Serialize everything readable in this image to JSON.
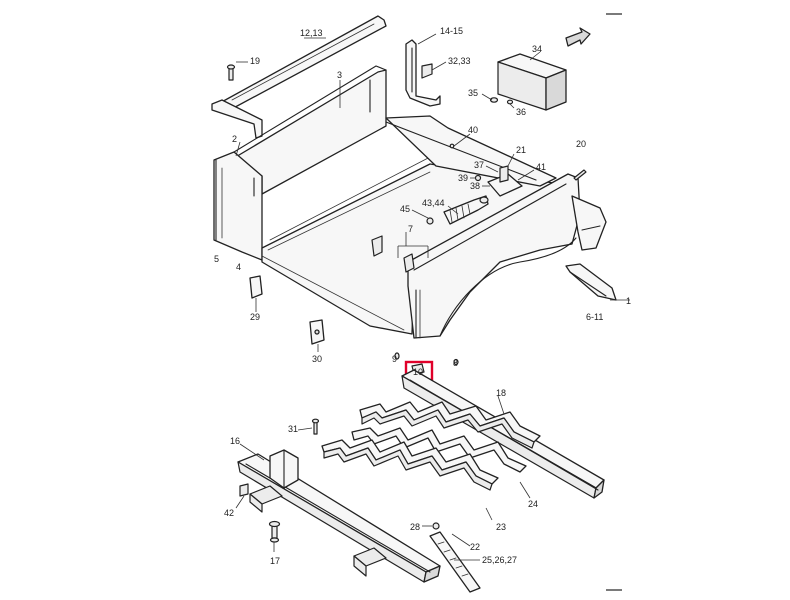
{
  "callouts": {
    "p12_13": "12,13",
    "p19": "19",
    "p3": "3",
    "p14_15": "14-15",
    "p32_33": "32,33",
    "p34": "34",
    "p35": "35",
    "p36": "36",
    "p40": "40",
    "p20": "20",
    "p2": "2",
    "p21": "21",
    "p37": "37",
    "p41": "41",
    "p39": "39",
    "p38": "38",
    "p43_44": "43,44",
    "p45": "45",
    "p7": "7",
    "p5": "5",
    "p4": "4",
    "p29": "29",
    "p30": "30",
    "p1": "1",
    "p6_11": "6-11",
    "p9": "9",
    "p10": "10",
    "p8": "8",
    "p18": "18",
    "p31": "31",
    "p16": "16",
    "p24": "24",
    "p42": "42",
    "p23": "23",
    "p28": "28",
    "p22": "22",
    "p25_26_27": "25,26,27",
    "p17": "17"
  },
  "colors": {
    "highlight": "#e0002a",
    "line": "#222222"
  },
  "icons": {
    "front_arrow": "front-direction-arrow-icon"
  }
}
